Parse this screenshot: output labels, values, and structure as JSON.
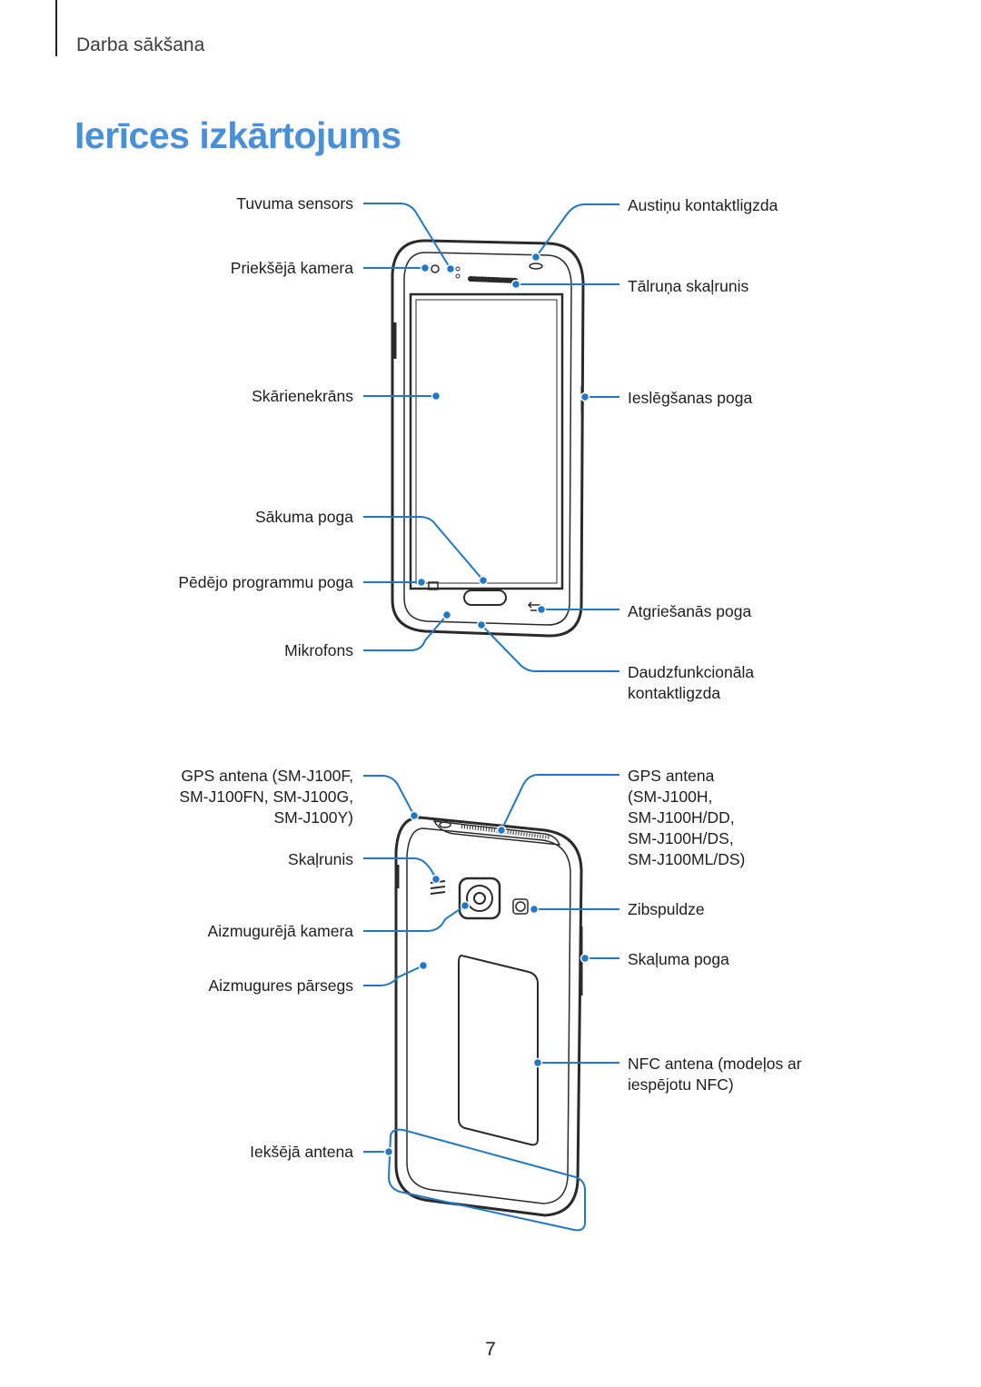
{
  "header": {
    "section": "Darba sākšana"
  },
  "page": {
    "title": "Ierīces izkārtojums",
    "number": "7"
  },
  "colors": {
    "accent": "#4a90d9",
    "callout": "#1f78c8",
    "device": "#2a2a2a"
  },
  "front": {
    "left": [
      "Tuvuma sensors",
      "Priekšējā kamera",
      "Skārienekrāns",
      "Sākuma poga",
      "Pēdējo programmu poga",
      "Mikrofons"
    ],
    "right": [
      "Austiņu kontaktligzda",
      "Tālruņa skaļrunis",
      "Ieslēgšanas poga",
      "Atgriešanās poga",
      "Daudzfunkcionāla",
      "kontaktligzda"
    ]
  },
  "back": {
    "left": [
      "GPS antena (SM-J100F,",
      "SM-J100FN, SM-J100G,",
      "SM-J100Y)",
      "Skaļrunis",
      "Aizmugurējā kamera",
      "Aizmugures pārsegs",
      "Iekšējā antena"
    ],
    "right": [
      "GPS antena",
      "(SM-J100H,",
      "SM-J100H/DD,",
      "SM-J100H/DS,",
      "SM-J100ML/DS)",
      "Zibspuldze",
      "Skaļuma poga",
      "NFC antena (modeļos ar",
      "iespējotu NFC)"
    ]
  }
}
